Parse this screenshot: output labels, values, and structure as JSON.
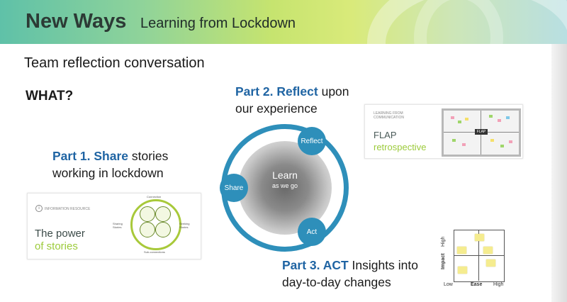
{
  "banner": {
    "title": "New Ways",
    "subtitle": "Learning from Lockdown"
  },
  "heading": "Team reflection conversation",
  "what": "WHAT?",
  "part1": {
    "bold": "Part 1. Share",
    "rest": " stories",
    "line2": "working in lockdown"
  },
  "part2": {
    "bold": "Part 2. Reflect",
    "rest": " upon",
    "line2": "our experience"
  },
  "part3": {
    "bold": "Part 3. ACT",
    "rest": " Insights into",
    "line2": "day-to-day changes"
  },
  "cycle": {
    "center": "Learn",
    "center_sub": "as we go",
    "nodes": [
      "Reflect",
      "Share",
      "Act"
    ],
    "color": "#2e8fba"
  },
  "flap_card": {
    "mini": "LEARNING FROM COMMUNICATION",
    "title": "FLAP",
    "subtitle": "retrospective",
    "board_label": "FLAP"
  },
  "stories_card": {
    "mini": "INFORMATION RESOURCE",
    "title1": "The power",
    "title2": "of stories",
    "left_label": "Sharing Stories",
    "right_label": "Seeking Stories",
    "top_label": "Connection",
    "bottom_label": "Sub-connections"
  },
  "matrix": {
    "y_axis": "Impact",
    "y_high": "High",
    "x_axis": "Ease",
    "x_low": "Low",
    "x_high": "High"
  },
  "colors": {
    "accent_blue": "#1f64a3",
    "green": "#9ccb3b"
  }
}
